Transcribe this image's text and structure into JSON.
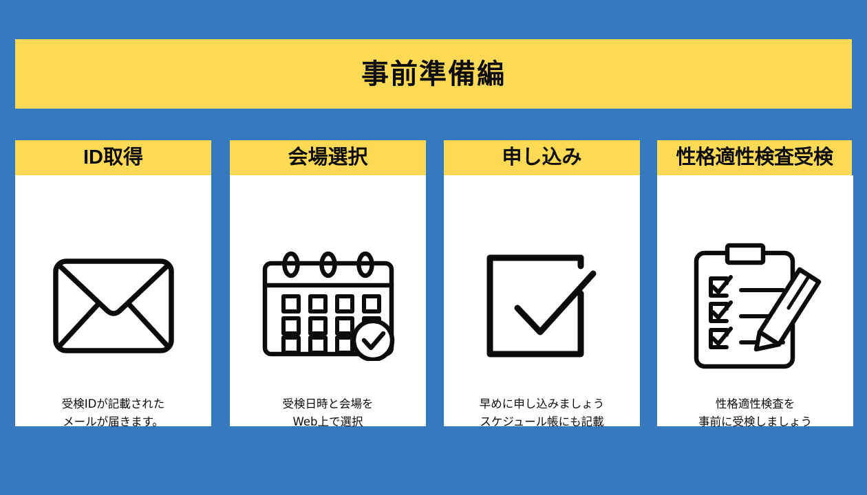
{
  "slide": {
    "background_color": "#3579BE",
    "accent_color": "#FFDA54",
    "card_color": "#FFFFFF",
    "text_color": "#0B0B0B",
    "title": "事前準備編"
  },
  "cards": [
    {
      "header": "ID取得",
      "icon": "envelope-icon",
      "caption_lines": [
        "受検IDが記載された",
        "メールが届きます。"
      ]
    },
    {
      "header": "会場選択",
      "icon": "calendar-check-icon",
      "caption_lines": [
        "受検日時と会場を",
        "Web上で選択"
      ]
    },
    {
      "header": "申し込み",
      "icon": "checkbox-check-icon",
      "caption_lines": [
        "早めに申し込みましょう",
        "スケジュール帳にも記載"
      ]
    },
    {
      "header": "性格適性検査受検",
      "icon": "clipboard-pencil-icon",
      "caption_lines": [
        "性格適性検査を",
        "事前に受検しましょう"
      ]
    }
  ]
}
